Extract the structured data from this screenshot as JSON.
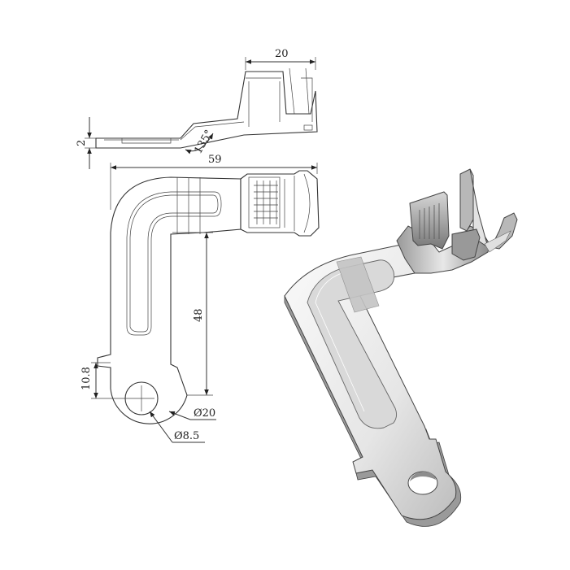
{
  "dimensions": {
    "width_top": "20",
    "thickness": "2",
    "angle": "135°",
    "overall_length": "59",
    "leg_length": "48",
    "ring_offset": "10.8",
    "ring_outer_dia": "Ø20",
    "hole_dia": "Ø8.5"
  },
  "colors": {
    "line": "#333333",
    "metal_light": "#f2f2f2",
    "metal_mid": "#c8c8c8",
    "metal_dark": "#8a8a8a",
    "highlight": "#cfcfcf"
  }
}
